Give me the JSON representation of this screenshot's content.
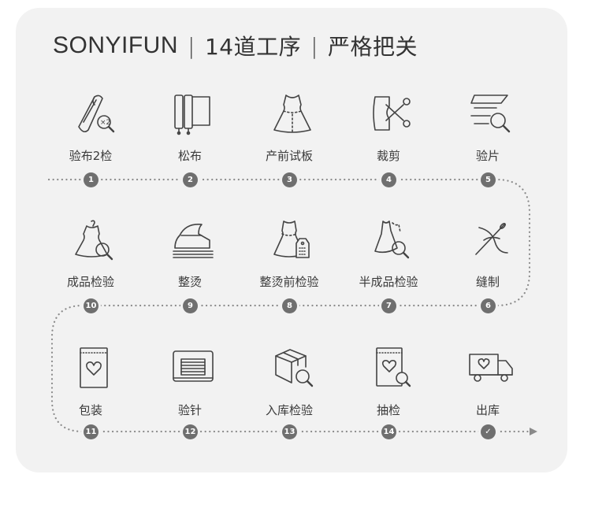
{
  "header": {
    "brand": "SONYIFUN",
    "separator": "|",
    "part1": "14道工序",
    "part2": "严格把关"
  },
  "steps": [
    {
      "label": "验布2检",
      "badge": "1",
      "icon": "fabric-roll-inspect-icon"
    },
    {
      "label": "松布",
      "badge": "2",
      "icon": "fabric-rolls-icon"
    },
    {
      "label": "产前试板",
      "badge": "3",
      "icon": "dress-icon"
    },
    {
      "label": "裁剪",
      "badge": "4",
      "icon": "scissors-pattern-icon"
    },
    {
      "label": "验片",
      "badge": "5",
      "icon": "fabric-pieces-inspect-icon"
    },
    {
      "label": "缝制",
      "badge": "6",
      "icon": "needle-thread-icon"
    },
    {
      "label": "半成品检验",
      "badge": "7",
      "icon": "half-dress-inspect-icon"
    },
    {
      "label": "整烫前检验",
      "badge": "8",
      "icon": "dress-tag-icon"
    },
    {
      "label": "整烫",
      "badge": "9",
      "icon": "iron-icon"
    },
    {
      "label": "成品检验",
      "badge": "10",
      "icon": "hanger-dress-inspect-icon"
    },
    {
      "label": "包装",
      "badge": "11",
      "icon": "package-bag-icon"
    },
    {
      "label": "验针",
      "badge": "12",
      "icon": "needle-detector-icon"
    },
    {
      "label": "入库检验",
      "badge": "13",
      "icon": "box-inspect-icon"
    },
    {
      "label": "抽检",
      "badge": "14",
      "icon": "bag-inspect-icon"
    },
    {
      "label": "出库",
      "badge": "✓",
      "icon": "delivery-truck-icon"
    }
  ],
  "colors": {
    "background": "#f2f2f2",
    "badge": "#6f6f6f",
    "line": "#8a8a8a",
    "text": "#3a3a3a"
  }
}
